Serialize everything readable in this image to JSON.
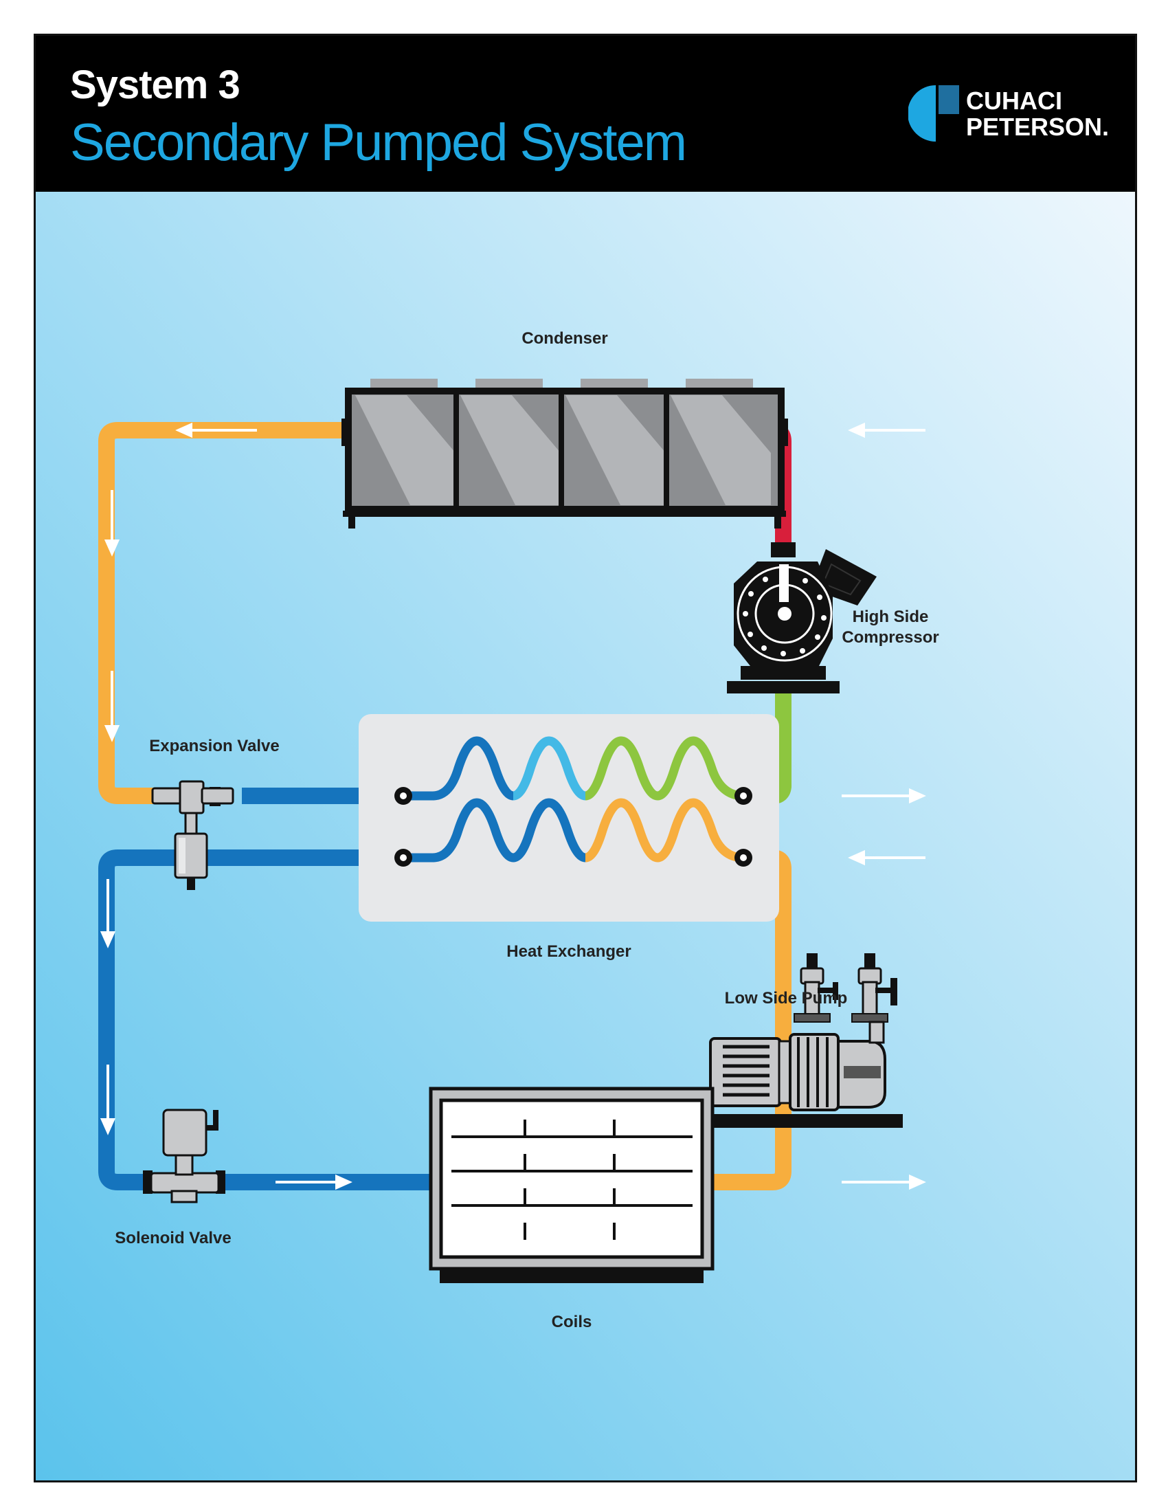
{
  "header": {
    "title_line1": "System 3",
    "title_line2": "Secondary Pumped System"
  },
  "logo": {
    "name_line1": "CUHACI",
    "name_line2": "PETERSON."
  },
  "labels": {
    "condenser": "Condenser",
    "compressor_line1": "High Side",
    "compressor_line2": "Compressor",
    "expansion_valve": "Expansion Valve",
    "heat_exchanger": "Heat Exchanger",
    "low_side_pump": "Low Side Pump",
    "solenoid_valve": "Solenoid Valve",
    "coils": "Coils"
  },
  "colors": {
    "hot_gas_line": "#d81f3b",
    "liquid_line": "#f7ae3e",
    "suction_line": "#8dc63f",
    "secondary_supply_line": "#1574bd",
    "secondary_return_line": "#f7ae3e",
    "title_accent": "#1ea7e1",
    "background_top": "#eef7fd",
    "background_bottom": "#5bc3ec"
  }
}
